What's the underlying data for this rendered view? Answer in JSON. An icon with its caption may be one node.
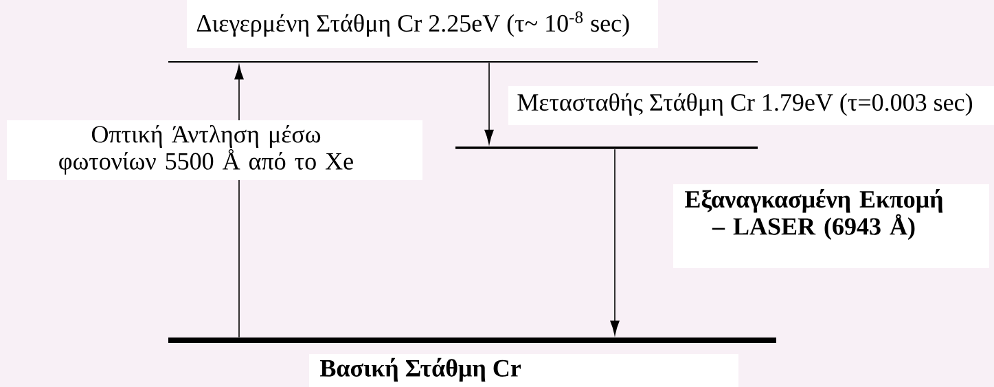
{
  "diagram": {
    "nodes": [
      {
        "text": [],
        "shape": "bar",
        "beside": [
          "Διεγερμένη Στάθμη Cr  2.25eV (τ~ 10$^{-8}$ sec)"
        ]
      },
      {
        "text": [],
        "shape": "bar",
        "beside": [
          "Μετασταθής Στάθμη Cr 1.79eV (τ=0.003 sec)"
        ]
      },
      {
        "text": [],
        "shape": "bar",
        "beside": [
          "Βασική Στάθμη Cr"
        ]
      }
    ],
    "edges": [
      {
        "from": 2,
        "to": 0,
        "arrow": "to",
        "label": "Οπτική Άντληση μέσω φωτονίων 5500 Å από το Xe"
      },
      {
        "from": 0,
        "to": 1,
        "arrow": "to"
      },
      {
        "from": 1,
        "to": 2,
        "arrow": "to"
      }
    ],
    "labels": [
      "Εξαναγκασμένη Εκπομή – LASER  (6943 Å)"
    ]
  }
}
